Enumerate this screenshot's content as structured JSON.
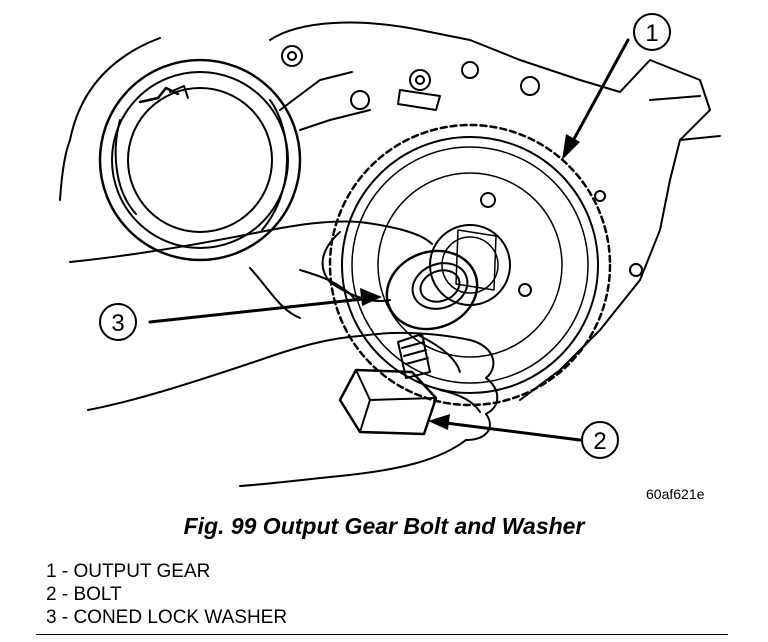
{
  "figure": {
    "ref_code": "60af621e",
    "title": "Fig. 99 Output Gear Bolt and Washer"
  },
  "callouts": [
    {
      "number": "1",
      "label": "OUTPUT GEAR"
    },
    {
      "number": "2",
      "label": "BOLT"
    },
    {
      "number": "3",
      "label": "CONED LOCK WASHER"
    }
  ],
  "legend": [
    "1 - OUTPUT GEAR",
    "2 - BOLT",
    "3 - CONED LOCK WASHER"
  ]
}
